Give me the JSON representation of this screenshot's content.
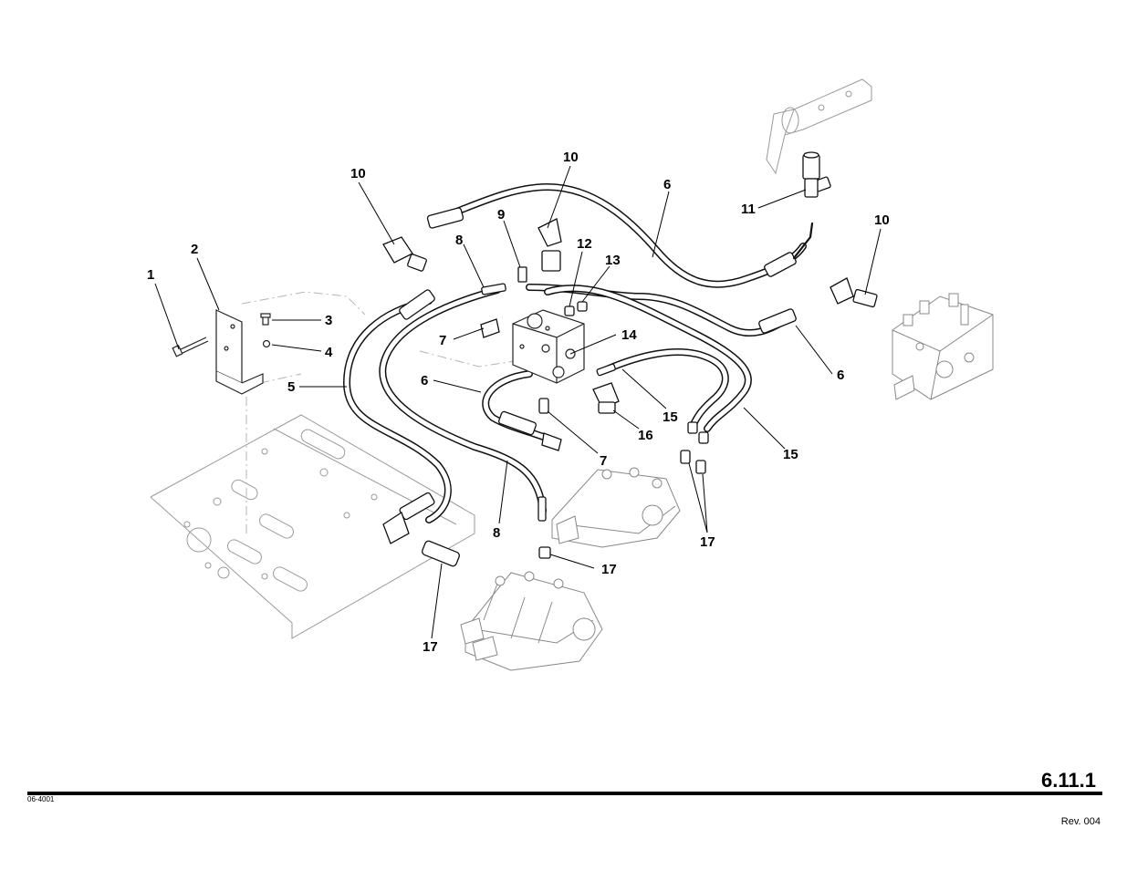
{
  "diagram": {
    "callouts": [
      {
        "id": "c1",
        "label": "1"
      },
      {
        "id": "c2",
        "label": "2"
      },
      {
        "id": "c3",
        "label": "3"
      },
      {
        "id": "c4",
        "label": "4"
      },
      {
        "id": "c5",
        "label": "5"
      },
      {
        "id": "c6a",
        "label": "6"
      },
      {
        "id": "c6b",
        "label": "6"
      },
      {
        "id": "c6c",
        "label": "6"
      },
      {
        "id": "c7a",
        "label": "7"
      },
      {
        "id": "c7b",
        "label": "7"
      },
      {
        "id": "c8a",
        "label": "8"
      },
      {
        "id": "c8b",
        "label": "8"
      },
      {
        "id": "c9",
        "label": "9"
      },
      {
        "id": "c10a",
        "label": "10"
      },
      {
        "id": "c10b",
        "label": "10"
      },
      {
        "id": "c10c",
        "label": "10"
      },
      {
        "id": "c11",
        "label": "11"
      },
      {
        "id": "c12",
        "label": "12"
      },
      {
        "id": "c13",
        "label": "13"
      },
      {
        "id": "c14",
        "label": "14"
      },
      {
        "id": "c15a",
        "label": "15"
      },
      {
        "id": "c15b",
        "label": "15"
      },
      {
        "id": "c16",
        "label": "16"
      },
      {
        "id": "c17a",
        "label": "17"
      },
      {
        "id": "c17b",
        "label": "17"
      },
      {
        "id": "c17c",
        "label": "17"
      }
    ]
  },
  "footer": {
    "page_number": "6.11.1",
    "document_code": "06-4001",
    "revision": "Rev. 004"
  }
}
